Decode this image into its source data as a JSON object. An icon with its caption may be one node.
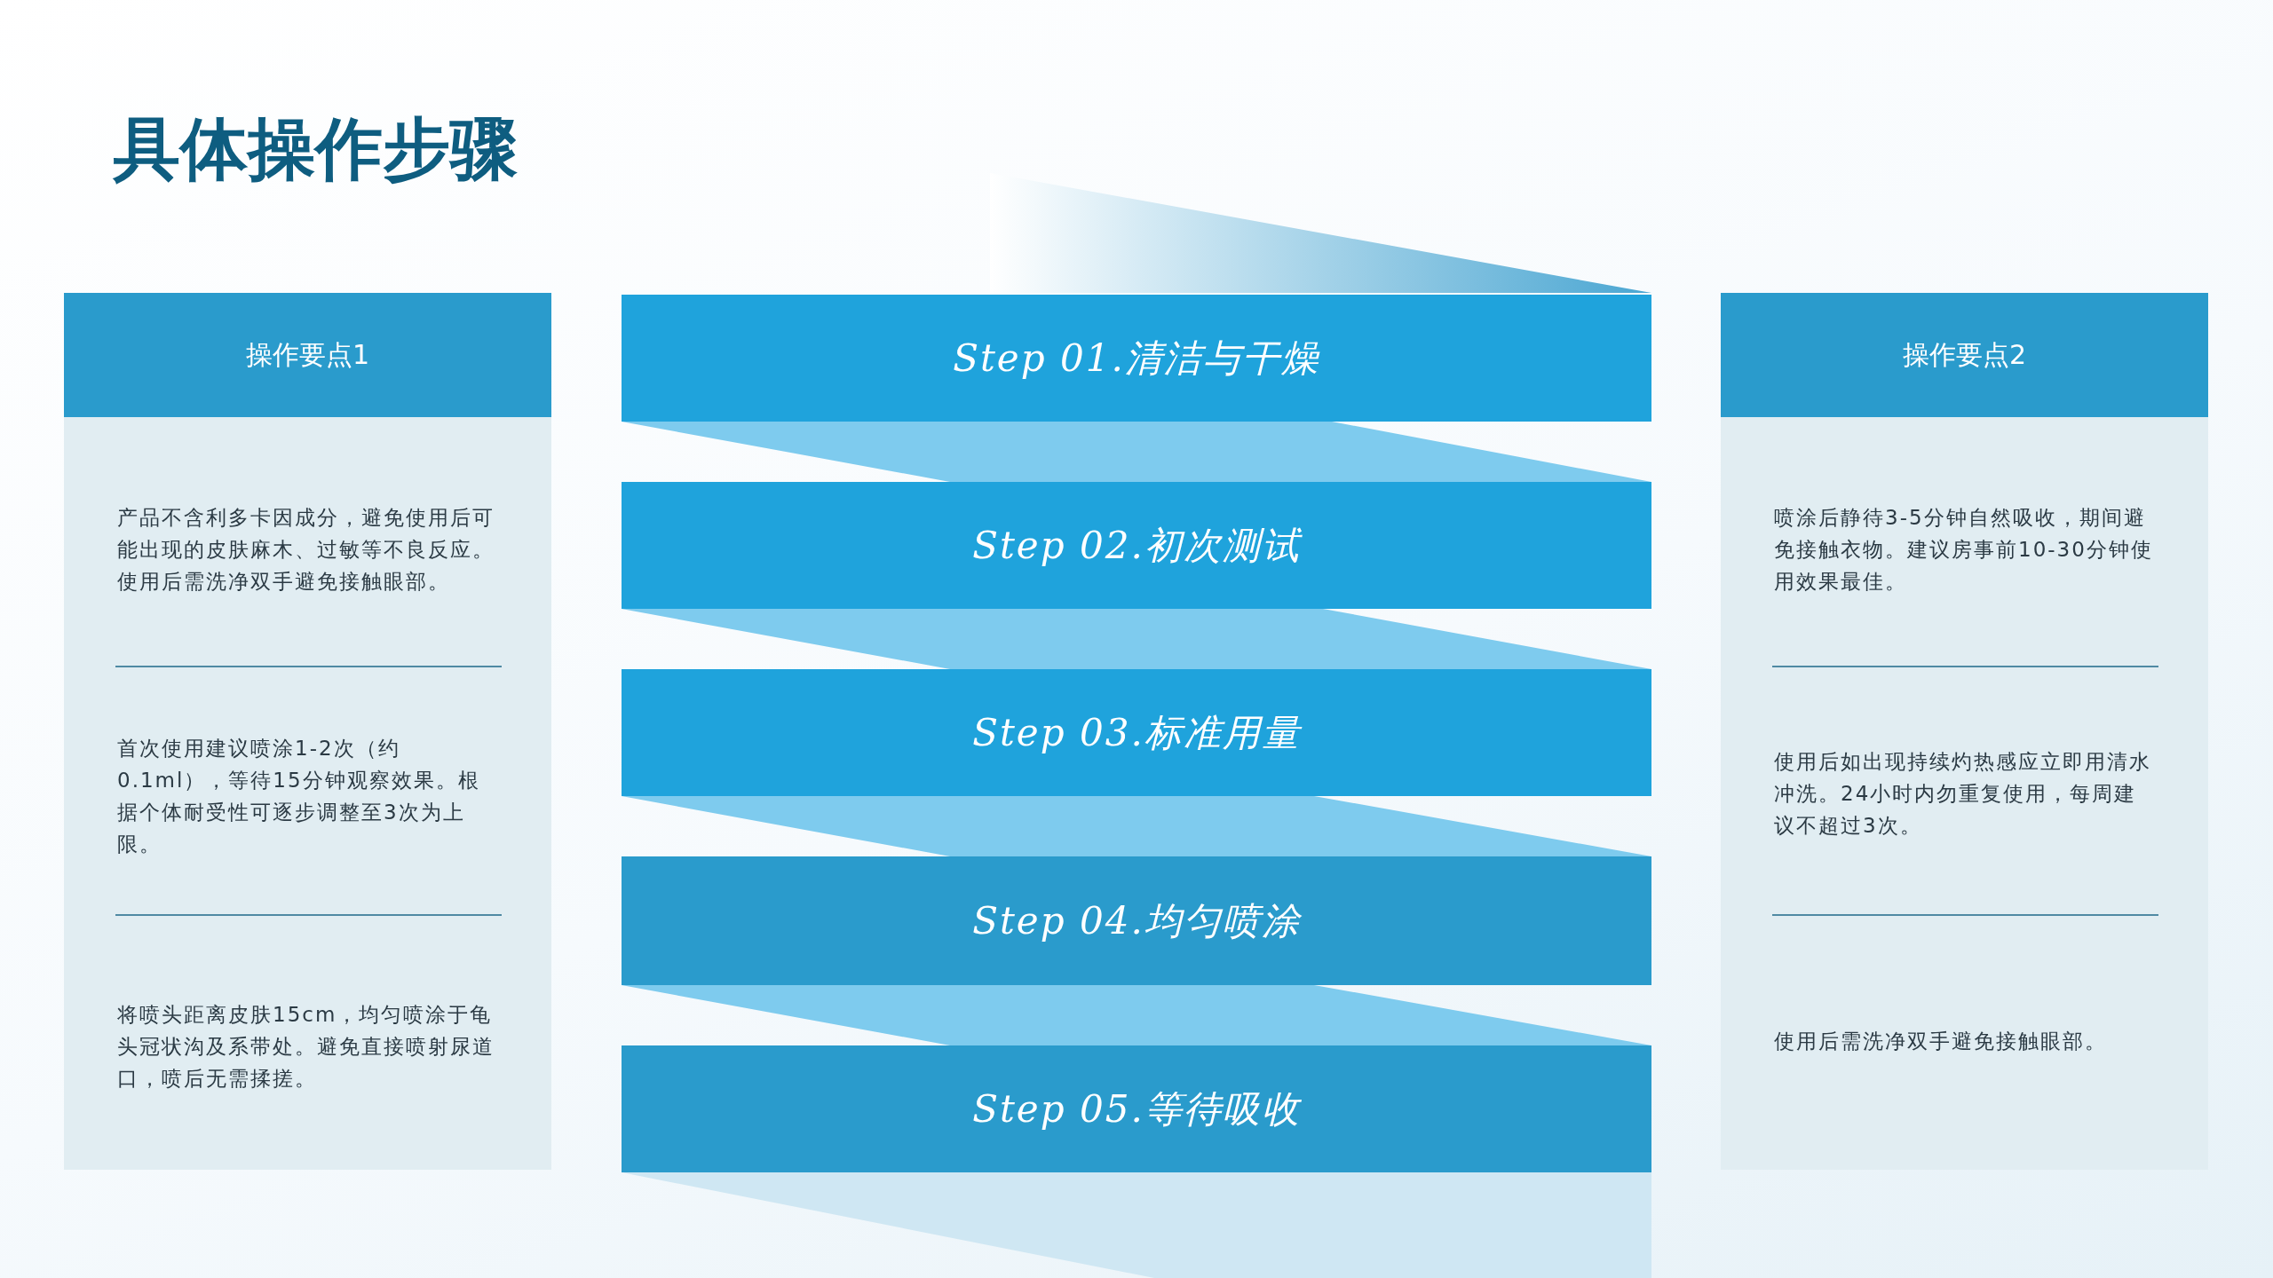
{
  "diagram": {
    "title": "具体操作步骤",
    "nodes": [
      {
        "text": [
          "操作要点1",
          "产品不含利多卡因成分，避免使用后可能出现的皮肤麻木、过敏等不良反应。使用后需洗净双手避免接触眼部。",
          "首次使用建议喷涂1-2次（约0.1ml），等待15分钟观察效果。根据个体耐受性可逐步调整至3次为上限。",
          "将喷头距离皮肤15cm，均匀喷涂于龟头冠状沟及系带处。避免直接喷射尿道口，喷后无需揉搓。"
        ]
      },
      {
        "text": [
          "Step 01.清洁与干燥"
        ]
      },
      {
        "text": [
          "Step 02.初次测试"
        ]
      },
      {
        "text": [
          "Step 03.标准用量"
        ]
      },
      {
        "text": [
          "Step 04.均匀喷涂"
        ]
      },
      {
        "text": [
          "Step 05.等待吸收"
        ]
      },
      {
        "text": [
          "操作要点2",
          "喷涂后静待3-5分钟自然吸收，期间避免接触衣物。建议房事前10-30分钟使用效果最佳。",
          "使用后如出现持续灼热感应立即用清水冲洗。24小时内勿重复使用，每周建议不超过3次。",
          "使用后需洗净双手避免接触眼部。"
        ]
      }
    ]
  }
}
